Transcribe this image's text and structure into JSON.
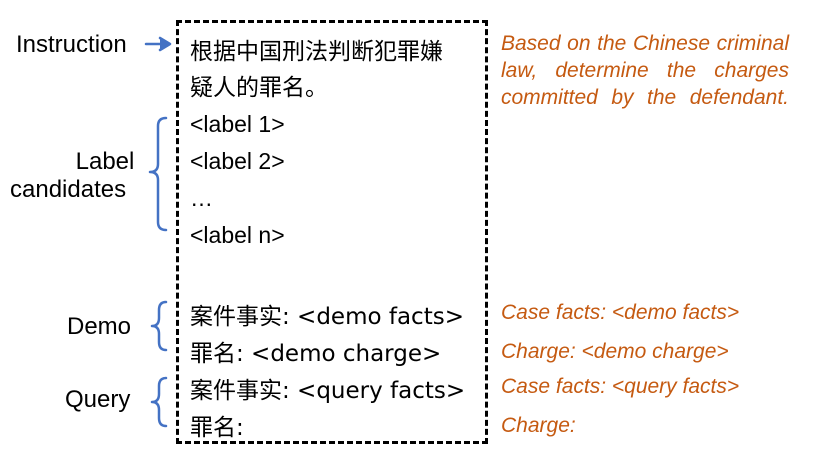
{
  "side_labels": {
    "instruction": "Instruction",
    "label_candidates_line1": "Label",
    "label_candidates_line2": "candidates",
    "demo": "Demo",
    "query": "Query"
  },
  "prompt": {
    "instruction_line1": "根据中国刑法判断犯罪嫌",
    "instruction_line2": "疑人的罪名。",
    "labels": [
      "<label 1>",
      "<label 2>",
      "…",
      "<label n>"
    ],
    "demo_facts": "案件事实: <demo facts>",
    "demo_charge": "罪名: <demo charge>",
    "query_facts": "案件事实: <query facts>",
    "query_charge": "罪名:"
  },
  "translations": {
    "instruction": "Based on the Chinese criminal law, determine the charges committed by the defendant.",
    "demo_facts": "Case facts: <demo facts>",
    "demo_charge": "Charge: <demo charge>",
    "query_facts": "Case facts: <query facts>",
    "query_charge": "Charge:"
  },
  "colors": {
    "connector": "#4472c4",
    "translation": "#c55a11",
    "box_border": "#000000"
  }
}
